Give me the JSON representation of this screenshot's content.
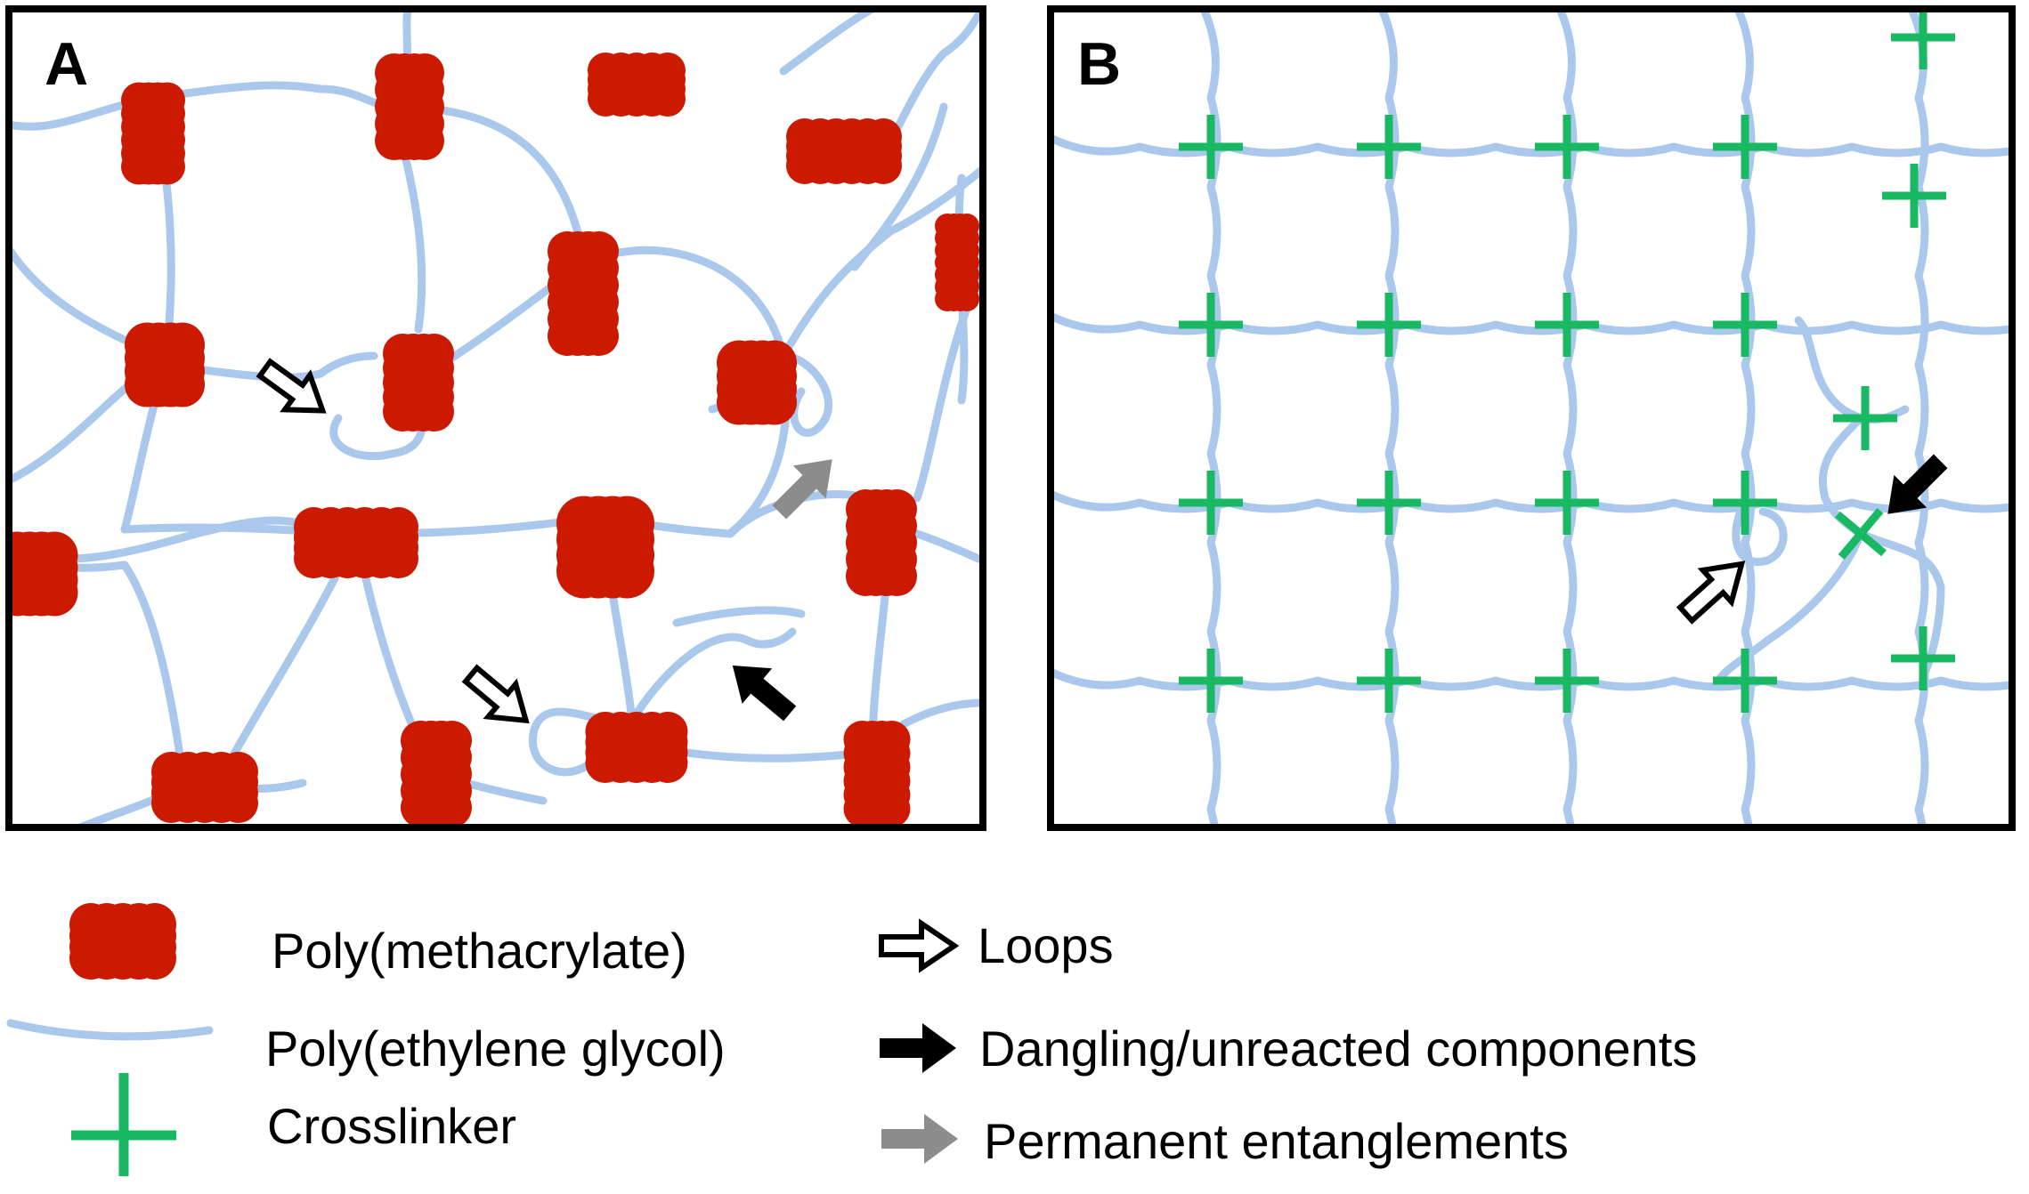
{
  "panels": [
    {
      "letter": "A"
    },
    {
      "letter": "B"
    }
  ],
  "legend": {
    "materials": [
      {
        "icon": "red-cluster-icon",
        "label": "Poly(methacrylate)"
      },
      {
        "icon": "blue-curve-icon",
        "label": "Poly(ethylene glycol)"
      },
      {
        "icon": "green-cross-icon",
        "label": "Crosslinker"
      }
    ],
    "arrows": [
      {
        "icon": "hollow-arrow-icon",
        "label": "Loops"
      },
      {
        "icon": "black-arrow-icon",
        "label": "Dangling/unreacted components"
      },
      {
        "icon": "gray-arrow-icon",
        "label": "Permanent entanglements"
      }
    ]
  },
  "colors": {
    "polymethacrylate": "#cc1a00",
    "peg": "#a9c8ec",
    "crosslinker": "#19b862",
    "dangling_arrow": "#000000",
    "entanglement_arrow": "#8c8c8c"
  }
}
